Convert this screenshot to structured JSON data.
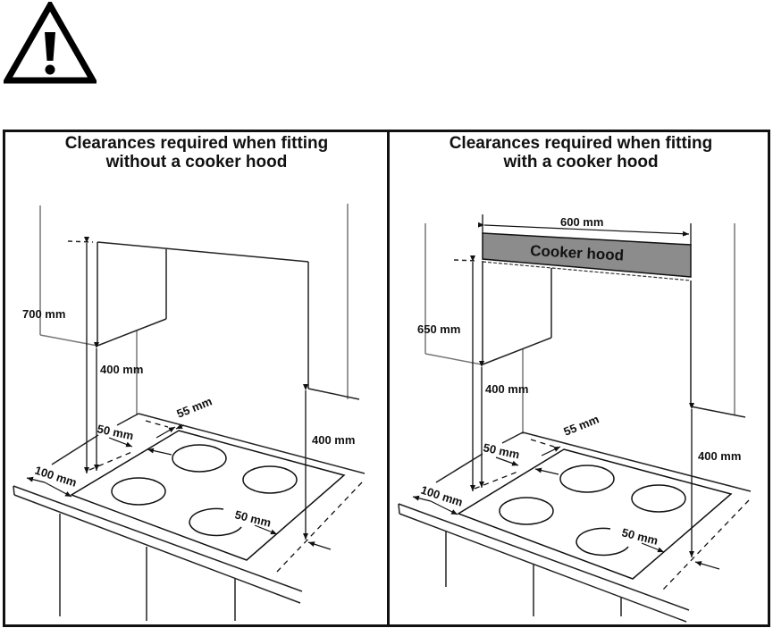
{
  "warning": {
    "icon": "warning-triangle-icon",
    "glyph": "!"
  },
  "panels": [
    {
      "title_line1": "Clearances required when fitting",
      "title_line2": "without a cooker hood",
      "labels": {
        "height_above_hob": "700 mm",
        "cabinet_clearance_left": "400 mm",
        "cabinet_clearance_right": "400 mm",
        "rear_clearance": "55 mm",
        "side_clearance_left": "50 mm",
        "front_clearance": "100 mm",
        "side_clearance_right": "50 mm"
      }
    },
    {
      "title_line1": "Clearances required when fitting",
      "title_line2": "with a cooker hood",
      "labels": {
        "hood_width": "600 mm",
        "hood_name": "Cooker hood",
        "height_above_hob": "650 mm",
        "cabinet_clearance_left": "400 mm",
        "cabinet_clearance_right": "400 mm",
        "rear_clearance": "55 mm",
        "side_clearance_left": "50 mm",
        "front_clearance": "100 mm",
        "side_clearance_right": "50 mm"
      }
    }
  ],
  "colors": {
    "line": "#111111",
    "wall": "#777777",
    "hood_fill": "#8c8c8c"
  }
}
